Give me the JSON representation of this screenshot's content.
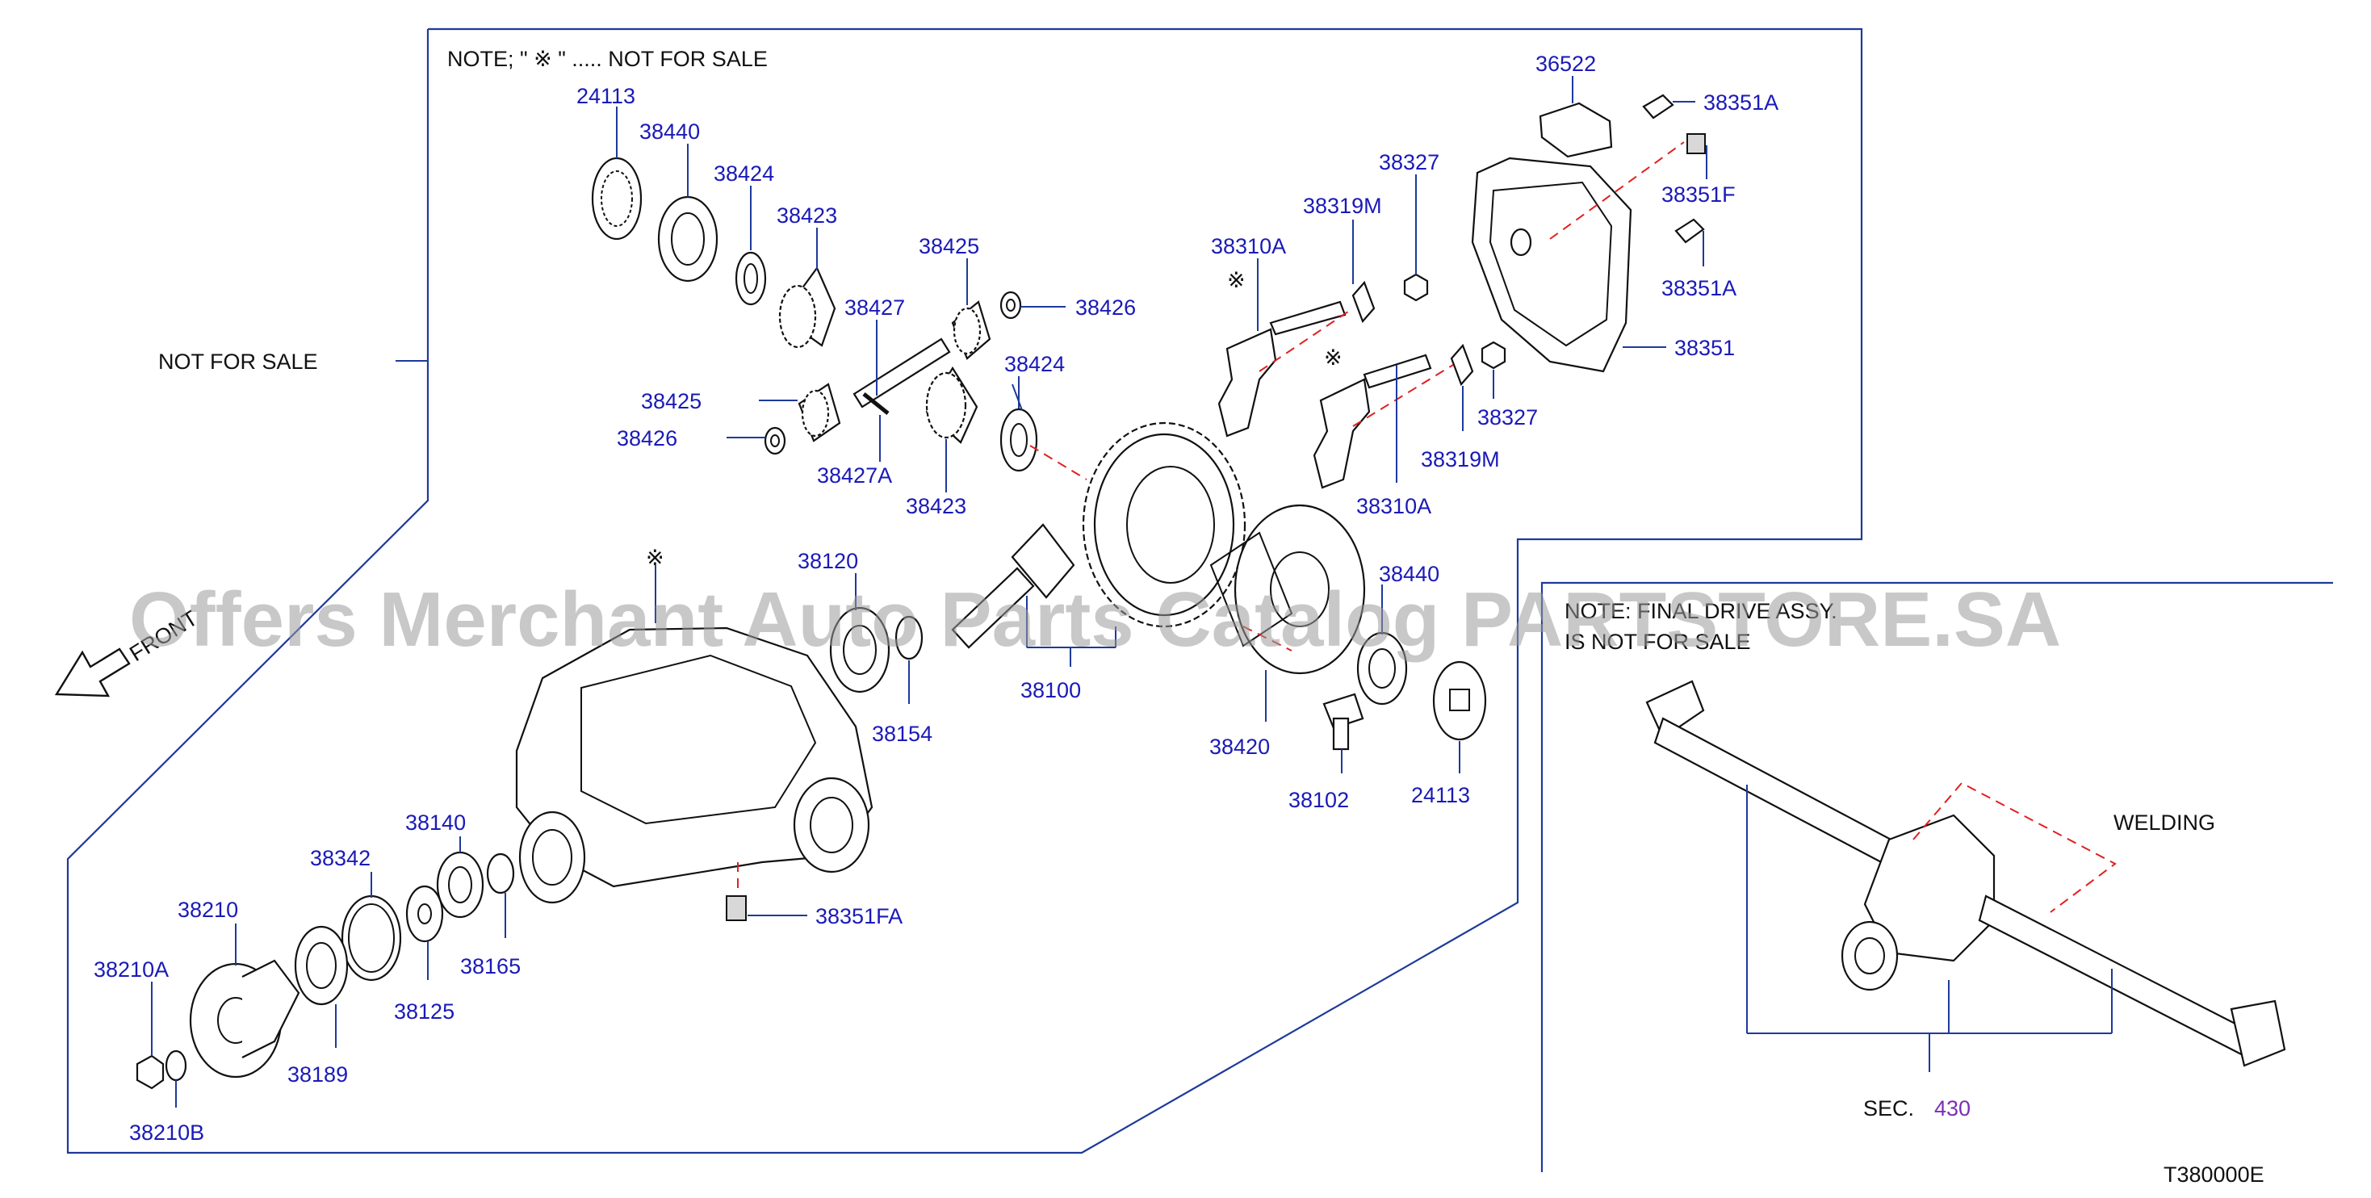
{
  "diagram": {
    "note": "NOTE; \" ※ \" ..... NOT FOR SALE",
    "not_for_sale": "NOT FOR SALE",
    "front": "FRONT",
    "watermark": "Offers Merchant Auto Parts Catalog PARTSTORE.SA",
    "note2_line1": "NOTE: FINAL DRIVE ASSY.",
    "note2_line2": "IS NOT FOR SALE",
    "welding": "WELDING",
    "sec_prefix": "SEC.",
    "sec_number": "430",
    "diagram_code": "T380000E",
    "asterisk": "※",
    "parts": [
      "24113",
      "38440",
      "38424",
      "38423",
      "38425",
      "38426",
      "38427",
      "38424",
      "38425",
      "38426",
      "38427A",
      "38423",
      "36522",
      "38351A",
      "38327",
      "38319M",
      "38310A",
      "38351F",
      "38351A",
      "38351",
      "38327",
      "38319M",
      "38310A",
      "38120",
      "38154",
      "38100",
      "38440",
      "38420",
      "38102",
      "24113",
      "38140",
      "38342",
      "38210",
      "38210A",
      "38210B",
      "38189",
      "38125",
      "38165",
      "38351FA"
    ]
  }
}
